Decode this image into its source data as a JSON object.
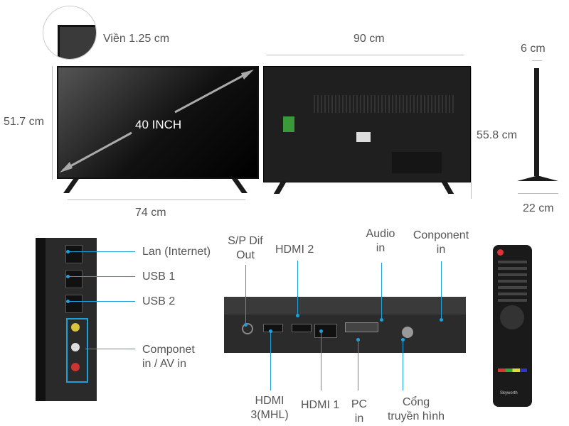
{
  "dimensions": {
    "bezel": "Viền 1.25 cm",
    "screen_size": "40 INCH",
    "front_height": "51.7 cm",
    "front_width": "74 cm",
    "back_width": "90 cm",
    "back_height": "55.8 cm",
    "depth_top": "6 cm",
    "depth_stand": "22 cm"
  },
  "side_ports": {
    "lan": "Lan (Internet)",
    "usb1": "USB 1",
    "usb2": "USB 2",
    "component_line1": "Componet",
    "component_line2": "in / AV in"
  },
  "rear_ports": {
    "spdif_1": "S/P Dif",
    "spdif_2": "Out",
    "hdmi2": "HDMI 2",
    "audio_1": "Audio",
    "audio_2": "in",
    "component_1": "Conponent",
    "component_2": "in",
    "hdmi3_1": "HDMI",
    "hdmi3_2": "3(MHL)",
    "hdmi1": "HDMI 1",
    "pc_1": "PC",
    "pc_2": "in",
    "tv_1": "Cổng",
    "tv_2": "truyền hình"
  },
  "remote": {
    "brand": "Skyworth"
  },
  "colors": {
    "callout": "#1ea0dc",
    "dimension": "#bbbbbb"
  }
}
